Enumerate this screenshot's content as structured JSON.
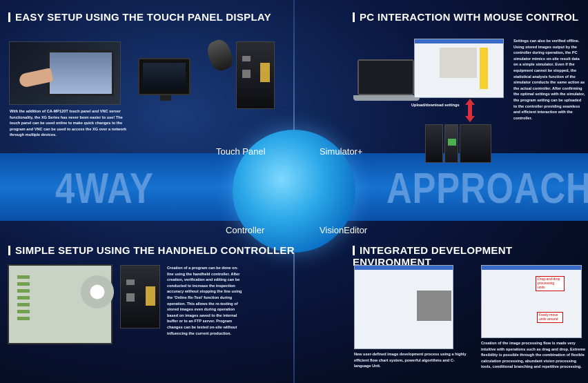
{
  "sections": {
    "touch_panel": {
      "title": "EASY SETUP USING THE TOUCH PANEL DISPLAY",
      "body": "With the addition of CA-MP120T touch panel and VNC server functionality, the XG Series has never been easier to use! The touch panel can be used online to make quick changes to the program and VNC can be used to access the XG over a network through multiple devices."
    },
    "pc": {
      "title": "PC INTERACTION WITH MOUSE CONTROL",
      "body": "Settings can also be verified offline. Using stored images output by the controller during operation, the PC simulator mimics on-site result data on a simple simulator. Even if the equipment cannot be stopped, the statistical analysis function of the simulator conducts the same action as the actual controller. After confirming the optimal settings with the simulator, the program setting can be uploaded to the controller providing seamless and efficient interaction with the controller.",
      "caption": "Upload/download settings"
    },
    "handheld": {
      "title": "SIMPLE SETUP USING THE HANDHELD CONTROLLER",
      "body": "Creation of a program can be done on-line using the handheld controller. After creation, verification and editing can be conducted to increase the inspection accuracy without stopping the line using the 'Online Re-Test' function during operation. This allows the re-testing of stored images even during operation based on images saved to the internal buffer or to an FTP server. Program changes can be tested on-site without influencing the current production."
    },
    "ide": {
      "title": "INTEGRATED DEVELOPMENT ENVIRONMENT",
      "left_caption": "New user-defined image development process using a highly efficient flow chart system, powerful algorithms and C-language Unit.",
      "right_caption": "Creation of the image processing flow is made very intuitive with operations such as drag and drop. Extreme flexibility is possible through the combination of flexible calculation processing, abundant vision processing tools, conditional branching and repetitive processing.",
      "callout_1": "Drag-and-drop processing units",
      "callout_2": "Freely move units around"
    }
  },
  "center": {
    "word_left": "4WAY",
    "word_right": "APPROACH",
    "labels": {
      "top_left": "Touch Panel",
      "top_right": "Simulator+",
      "bottom_left": "Controller",
      "bottom_right": "VisionEditor"
    }
  },
  "colors": {
    "band": "#1672d0",
    "band_text": "#5a97dc",
    "circle": "#2aa7e8",
    "background": "#07102a"
  }
}
